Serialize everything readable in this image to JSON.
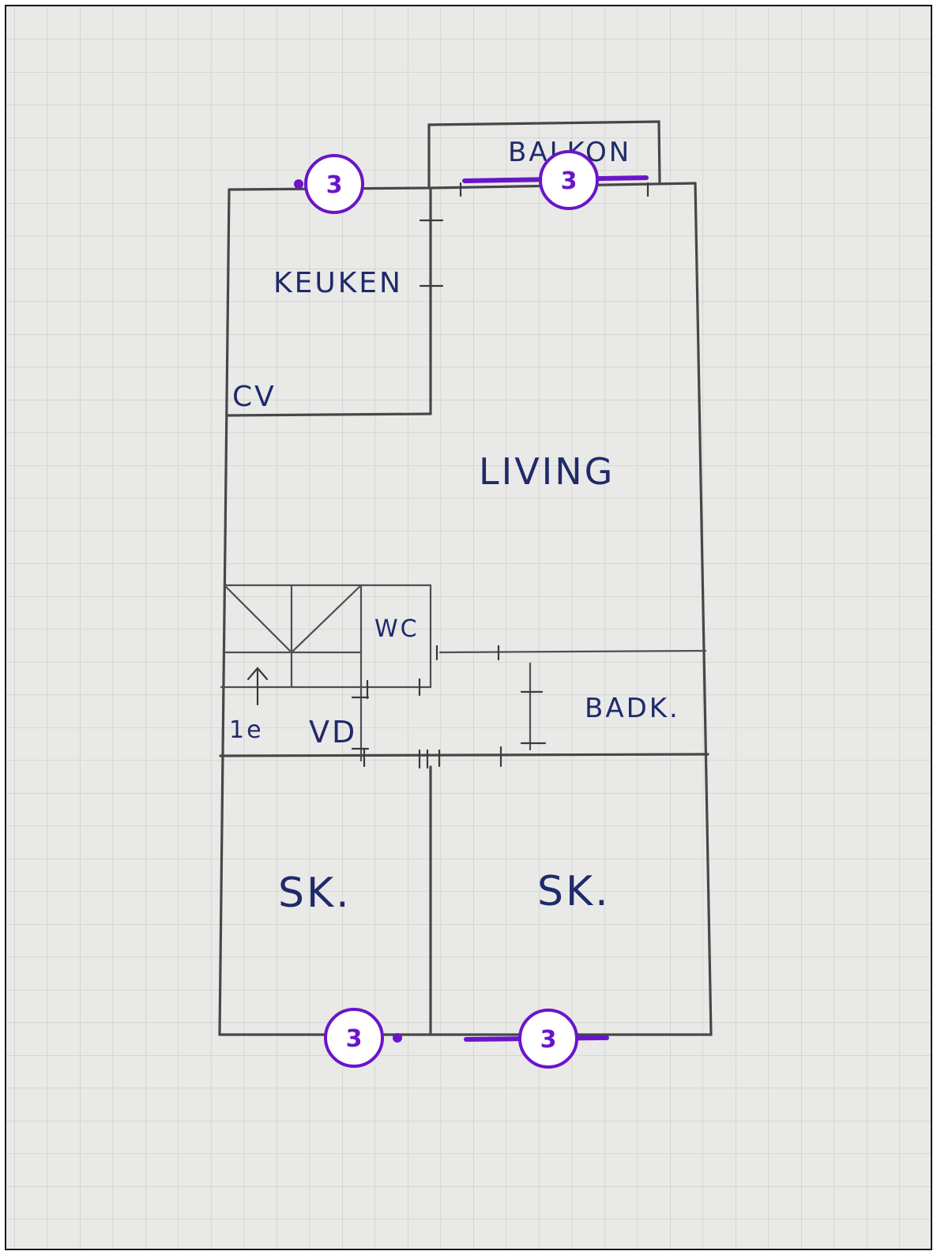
{
  "labels": {
    "balkon": "BALKON",
    "keuken": "KEUKEN",
    "cv": "CV",
    "living": "LIVING",
    "wc": "WC",
    "badk": "BADK.",
    "vd": "VD",
    "stairs": "1e",
    "sk_left": "SK.",
    "sk_right": "SK."
  },
  "markers": {
    "top_left": "3",
    "top_right": "3",
    "bottom_left": "3",
    "bottom_right": "3"
  },
  "colors": {
    "paper": "#e9e9e7",
    "grid": "#c9c9c6",
    "wall": "#474747",
    "ink": "#1f2a6b",
    "marker": "#6a15c9"
  }
}
